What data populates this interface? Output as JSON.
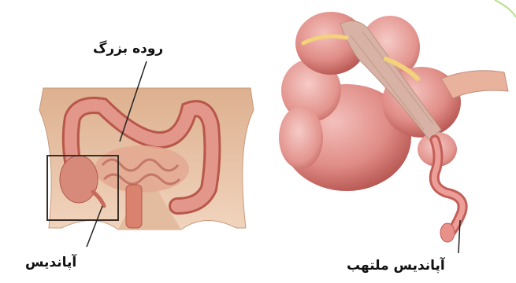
{
  "labels": {
    "large_intestine": "روده بزرگ",
    "appendix": "آپاندیس",
    "inflamed_appendix": "آپاندیس ملتهب"
  },
  "colors": {
    "skin": "#e9c2a4",
    "colon": "#d98a78",
    "colon_dark": "#b8574a",
    "organ": "#e59a94",
    "organ_dark": "#c0605c",
    "mesentery": "#d9b2a4",
    "leader": "#222222"
  }
}
